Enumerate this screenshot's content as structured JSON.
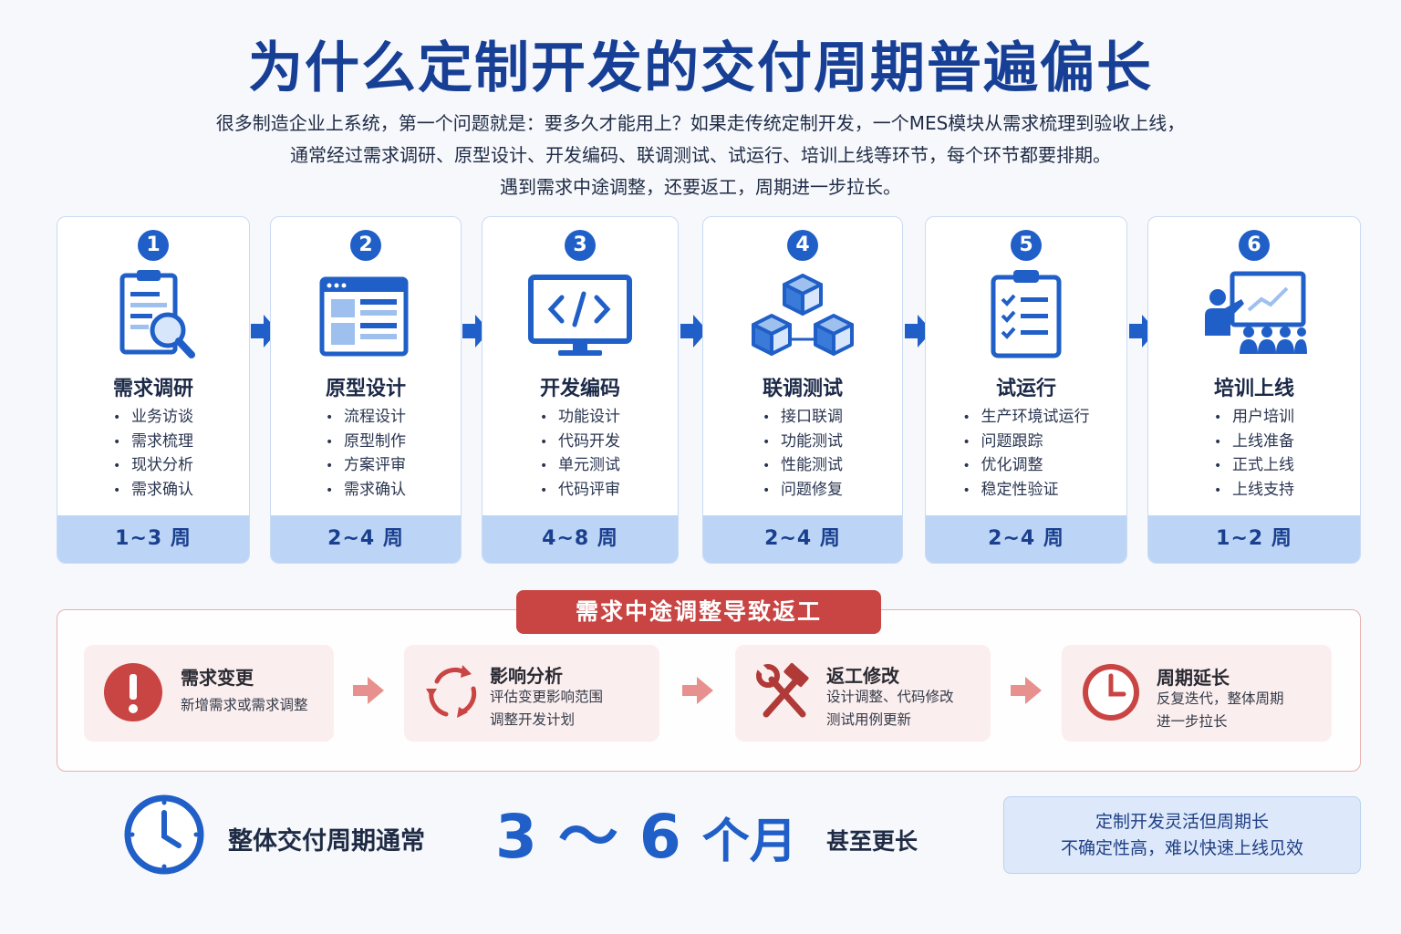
{
  "title": "为什么定制开发的交付周期普遍偏长",
  "intro": [
    "很多制造企业上系统，第一个问题就是：要多久才能用上？如果走传统定制开发，一个MES模块从需求梳理到验收上线，",
    "通常经过需求调研、原型设计、开发编码、联调测试、试运行、培训上线等环节，每个环节都要排期。",
    "遇到需求中途调整，还要返工，周期进一步拉长。"
  ],
  "stages": [
    {
      "num": "1",
      "name": "需求调研",
      "items": [
        "业务访谈",
        "需求梳理",
        "现状分析",
        "需求确认"
      ],
      "duration": "1~3 周",
      "icon": "clipboard-search-icon"
    },
    {
      "num": "2",
      "name": "原型设计",
      "items": [
        "流程设计",
        "原型制作",
        "方案评审",
        "需求确认"
      ],
      "duration": "2~4 周",
      "icon": "wireframe-icon"
    },
    {
      "num": "3",
      "name": "开发编码",
      "items": [
        "功能设计",
        "代码开发",
        "单元测试",
        "代码评审"
      ],
      "duration": "4~8 周",
      "icon": "code-monitor-icon"
    },
    {
      "num": "4",
      "name": "联调测试",
      "items": [
        "接口联调",
        "功能测试",
        "性能测试",
        "问题修复"
      ],
      "duration": "2~4 周",
      "icon": "cubes-icon"
    },
    {
      "num": "5",
      "name": "试运行",
      "items": [
        "生产环境试运行",
        "问题跟踪",
        "优化调整",
        "稳定性验证"
      ],
      "duration": "2~4 周",
      "icon": "checklist-icon"
    },
    {
      "num": "6",
      "name": "培训上线",
      "items": [
        "用户培训",
        "上线准备",
        "正式上线",
        "上线支持"
      ],
      "duration": "1~2 周",
      "icon": "training-icon"
    }
  ],
  "rework": {
    "title": "需求中途调整导致返工",
    "steps": [
      {
        "title": "需求变更",
        "desc": [
          "新增需求或需求调整"
        ],
        "icon": "exclamation-icon"
      },
      {
        "title": "影响分析",
        "desc": [
          "评估变更影响范围",
          "调整开发计划"
        ],
        "icon": "cycle-arrows-icon"
      },
      {
        "title": "返工修改",
        "desc": [
          "设计调整、代码修改",
          "测试用例更新"
        ],
        "icon": "hammer-wrench-icon"
      },
      {
        "title": "周期延长",
        "desc": [
          "反复迭代，整体周期",
          "进一步拉长"
        ],
        "icon": "clock-icon"
      }
    ]
  },
  "summary": {
    "label": "整体交付周期通常",
    "range": "3 ～ 6",
    "unit": "个月",
    "more": "甚至更长"
  },
  "note": [
    "定制开发灵活但周期长",
    "不确定性高，难以快速上线见效"
  ],
  "colors": {
    "primary": "#1f5fc7",
    "title": "#173f95",
    "danger": "#c94543",
    "card_footer": "#bcd4f5"
  }
}
